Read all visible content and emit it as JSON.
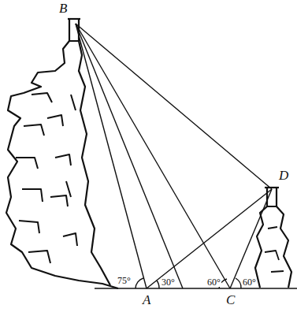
{
  "diagram": {
    "labels": [
      "B",
      "A",
      "C",
      "D",
      "75°",
      "30°",
      "60°",
      "60°"
    ]
  }
}
